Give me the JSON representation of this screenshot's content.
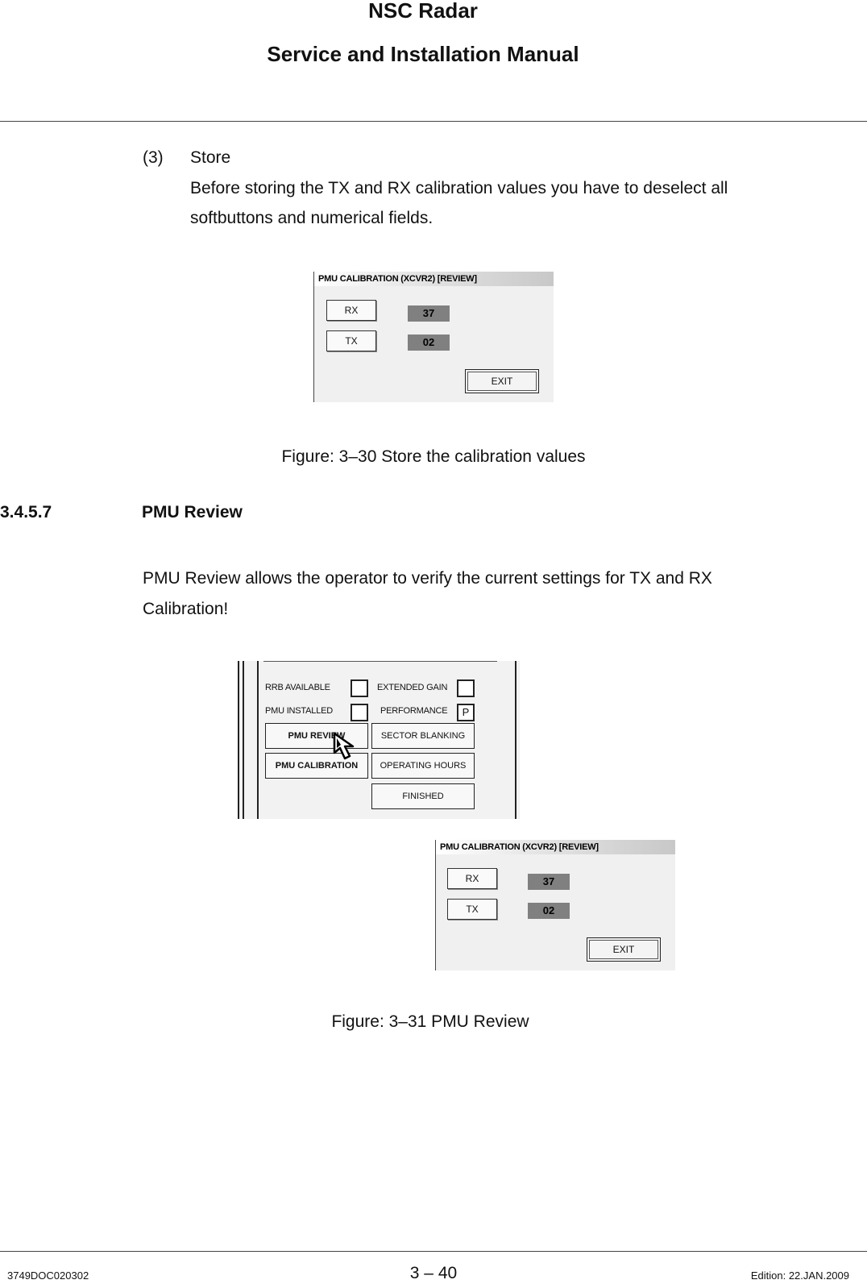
{
  "header": {
    "title": "NSC Radar",
    "subtitle": "Service and Installation Manual"
  },
  "step": {
    "number": "(3)",
    "title": "Store",
    "text_line1": "Before storing the TX and RX calibration values you have to deselect all",
    "text_line2": "softbuttons and numerical fields."
  },
  "figure1": {
    "dialog_title": "PMU CALIBRATION (XCVR2) [REVIEW]",
    "rx_label": "RX",
    "tx_label": "TX",
    "rx_value": "37",
    "tx_value": "02",
    "exit_label": "EXIT",
    "caption": "Figure: 3–30 Store the calibration values"
  },
  "section": {
    "number": "3.4.5.7",
    "title": "PMU Review",
    "text_line1": "PMU Review allows the operator to verify the current settings for TX and RX",
    "text_line2": "Calibration!"
  },
  "figure2": {
    "panel": {
      "rrb_available": "RRB AVAILABLE",
      "pmu_installed": "PMU INSTALLED",
      "extended_gain": "EXTENDED GAIN",
      "performance": "PERFORMANCE",
      "performance_value": "P",
      "pmu_review": "PMU REVIEW",
      "sector_blanking": "SECTOR BLANKING",
      "pmu_calibration": "PMU CALIBRATION",
      "operating_hours": "OPERATING HOURS",
      "finished": "FINISHED"
    },
    "dialog_title": "PMU CALIBRATION (XCVR2) [REVIEW]",
    "rx_label": "RX",
    "tx_label": "TX",
    "rx_value": "37",
    "tx_value": "02",
    "exit_label": "EXIT",
    "caption": "Figure: 3–31  PMU Review"
  },
  "footer": {
    "doc_id": "3749DOC020302",
    "page": "3 – 40",
    "edition": "Edition: 22.JAN.2009"
  }
}
